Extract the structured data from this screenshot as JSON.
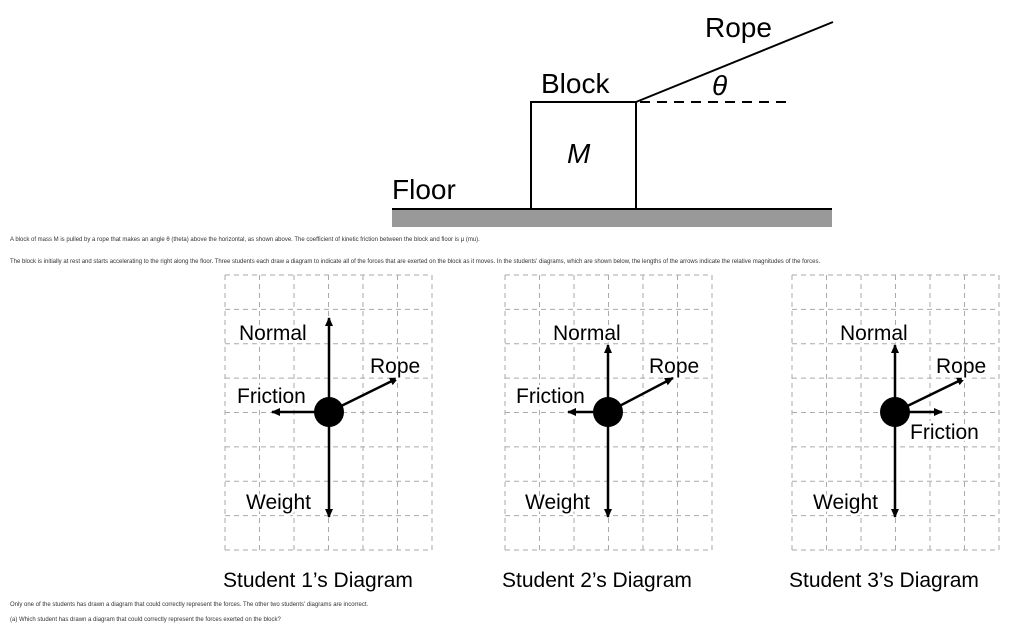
{
  "setup": {
    "rope_label": "Rope",
    "block_label": "Block",
    "angle_symbol": "θ",
    "mass_symbol": "M",
    "floor_label": "Floor"
  },
  "text": {
    "intro": "A block of mass M is pulled by a rope that makes an angle θ (theta) above the horizontal, as shown above. The coefficient of kinetic friction between the block and floor is μ (mu).",
    "context": "The block is initially at rest and starts accelerating to the right along the floor. Three students each draw a diagram to indicate all of the forces that are exerted on the block as it moves. In the students' diagrams, which are shown below, the lengths of the arrows indicate the relative magnitudes of the forces.",
    "note": "Only one of the students has drawn a diagram that could correctly represent the forces. The other two students' diagrams are incorrect.",
    "question": "(a) Which student has drawn a diagram that could correctly represent the forces exerted on the block?"
  },
  "diagrams": [
    {
      "caption": "Student 1’s Diagram",
      "normal": "Normal",
      "rope": "Rope",
      "friction": "Friction",
      "weight": "Weight"
    },
    {
      "caption": "Student 2’s Diagram",
      "normal": "Normal",
      "rope": "Rope",
      "friction": "Friction",
      "weight": "Weight"
    },
    {
      "caption": "Student 3’s Diagram",
      "normal": "Normal",
      "rope": "Rope",
      "friction": "Friction",
      "weight": "Weight"
    }
  ],
  "colors": {
    "floor": "#999999",
    "grid": "#aaaaaa",
    "ink": "#000000"
  }
}
